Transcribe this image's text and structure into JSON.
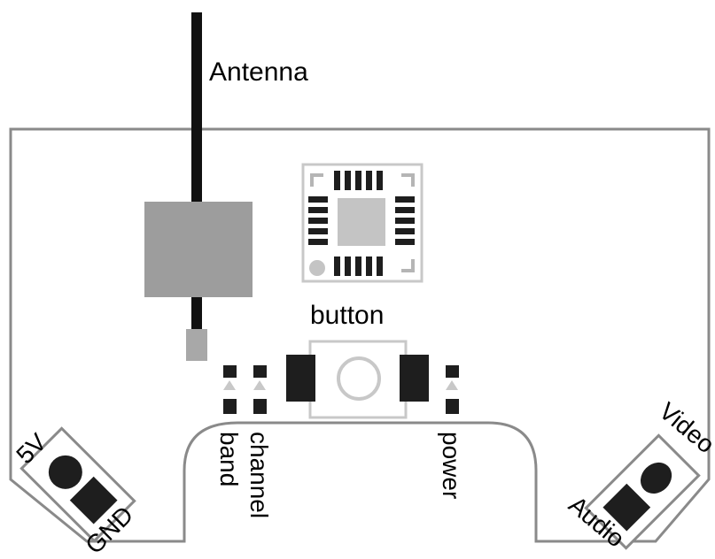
{
  "labels": {
    "antenna": "Antenna",
    "button": "button",
    "band": "band",
    "channel": "channel",
    "power": "power",
    "v5": "5V",
    "gnd": "GND",
    "video": "Video",
    "audio": "Audio"
  },
  "colors": {
    "board_outline": "#8a8a8a",
    "antenna_wire": "#111111",
    "shield": "#9d9d9d",
    "connector": "#a8a8a8",
    "chip_center": "#c4c4c4",
    "pad": "#1e1e1e",
    "silk": "#b5b5b5",
    "background": "#ffffff"
  }
}
